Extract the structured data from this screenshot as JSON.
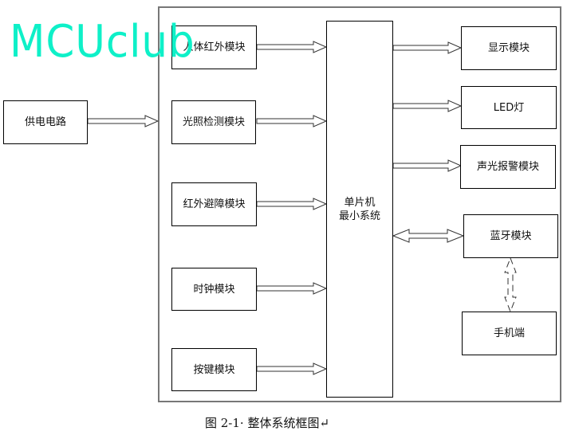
{
  "watermark": "MCUclub",
  "power": "供电电路",
  "inputs": [
    "人体红外模块",
    "光照检测模块",
    "红外避障模块",
    "时钟模块",
    "按键模块"
  ],
  "mcu": {
    "line1": "单片机",
    "line2": "最小系统"
  },
  "outputs": [
    "显示模块",
    "LED灯",
    "声光报警模块"
  ],
  "bluetooth": "蓝牙模块",
  "phone": "手机端",
  "caption": "图 2-1· 整体系统框图↵"
}
